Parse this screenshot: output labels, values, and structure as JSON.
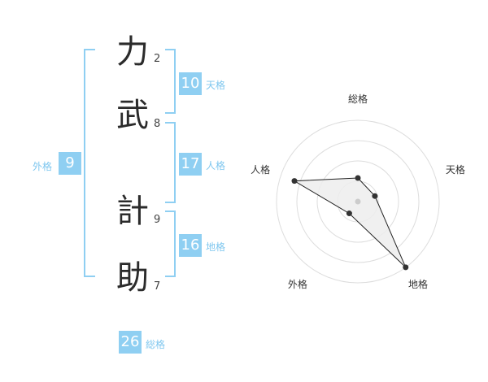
{
  "characters": [
    {
      "char": "力",
      "strokes": "2"
    },
    {
      "char": "武",
      "strokes": "8"
    },
    {
      "char": "計",
      "strokes": "9"
    },
    {
      "char": "助",
      "strokes": "7"
    }
  ],
  "scores": {
    "tenkaku": {
      "value": "10",
      "label": "天格"
    },
    "jinkaku": {
      "value": "17",
      "label": "人格"
    },
    "chikaku": {
      "value": "16",
      "label": "地格"
    },
    "gaikaku": {
      "value": "9",
      "label": "外格"
    },
    "soukaku": {
      "value": "26",
      "label": "総格"
    }
  },
  "colors": {
    "accent": "#8fcff2",
    "accent_text": "#7fc7ef",
    "radar_fill": "#ededed",
    "radar_line": "#222222"
  },
  "chart_data": {
    "type": "radar",
    "axes": [
      "総格",
      "天格",
      "地格",
      "外格",
      "人格"
    ],
    "values": [
      0.29,
      0.22,
      1.0,
      0.18,
      0.82
    ],
    "rings": 4
  }
}
